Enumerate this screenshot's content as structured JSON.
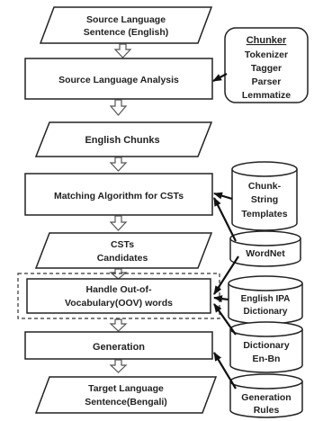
{
  "nodes": {
    "source_sentence": {
      "lines": [
        "Source Language",
        "Sentence (English)"
      ],
      "shape": "parallelogram"
    },
    "source_analysis": {
      "lines": [
        "Source Language Analysis"
      ],
      "shape": "rectangle"
    },
    "english_chunks": {
      "lines": [
        "English Chunks"
      ],
      "shape": "parallelogram"
    },
    "matching_algorithm": {
      "lines": [
        "Matching Algorithm for CSTs"
      ],
      "shape": "rectangle"
    },
    "cst_candidates": {
      "lines": [
        "CSTs",
        "Candidates"
      ],
      "shape": "parallelogram"
    },
    "handle_oov": {
      "lines": [
        "Handle Out-of-",
        "Vocabulary(OOV) words"
      ],
      "shape": "rectangle-dashed-group"
    },
    "generation": {
      "lines": [
        "Generation"
      ],
      "shape": "rectangle"
    },
    "target_sentence": {
      "lines": [
        "Target Language",
        "Sentence(Bengali)"
      ],
      "shape": "parallelogram"
    }
  },
  "chunker": {
    "title": "Chunker",
    "items": [
      "Tokenizer",
      "Tagger",
      "Parser",
      "Lemmatize"
    ]
  },
  "resources": {
    "chunk_string_templates": {
      "lines": [
        "Chunk-",
        "String",
        "Templates"
      ],
      "shape": "cylinder"
    },
    "wordnet": {
      "lines": [
        "WordNet"
      ],
      "shape": "cylinder"
    },
    "english_ipa_dictionary": {
      "lines": [
        "English IPA",
        "Dictionary"
      ],
      "shape": "cylinder"
    },
    "dictionary_en_bn": {
      "lines": [
        "Dictionary",
        "En-Bn"
      ],
      "shape": "cylinder"
    },
    "generation_rules": {
      "lines": [
        "Generation",
        "Rules"
      ],
      "shape": "cylinder"
    }
  },
  "colors": {
    "stroke": "#222222",
    "fill": "#ffffff",
    "text": "#222222",
    "dashed_group": "#333333"
  }
}
